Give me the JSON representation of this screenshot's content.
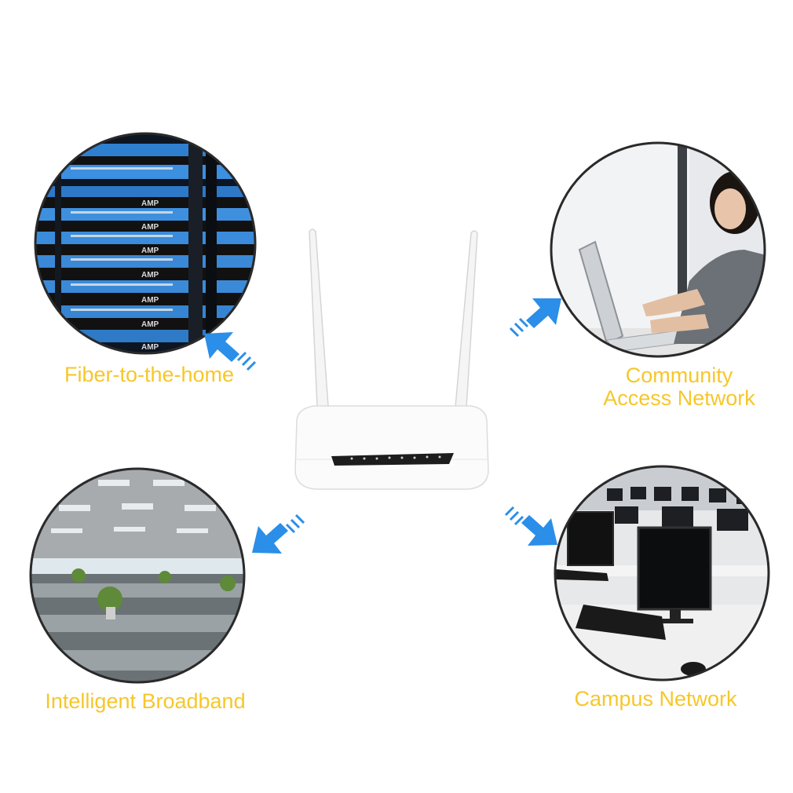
{
  "labels": {
    "ftth": "Fiber-to-the-home",
    "community_line1": "Community",
    "community_line2": "Access Network",
    "broadband": "Intelligent Broadband",
    "campus": "Campus Network"
  },
  "rack_brand": "AMP",
  "colors": {
    "label_yellow": "#f6c72a",
    "arrow_blue": "#2b8ee8",
    "circle_border": "#2a2a2a"
  }
}
